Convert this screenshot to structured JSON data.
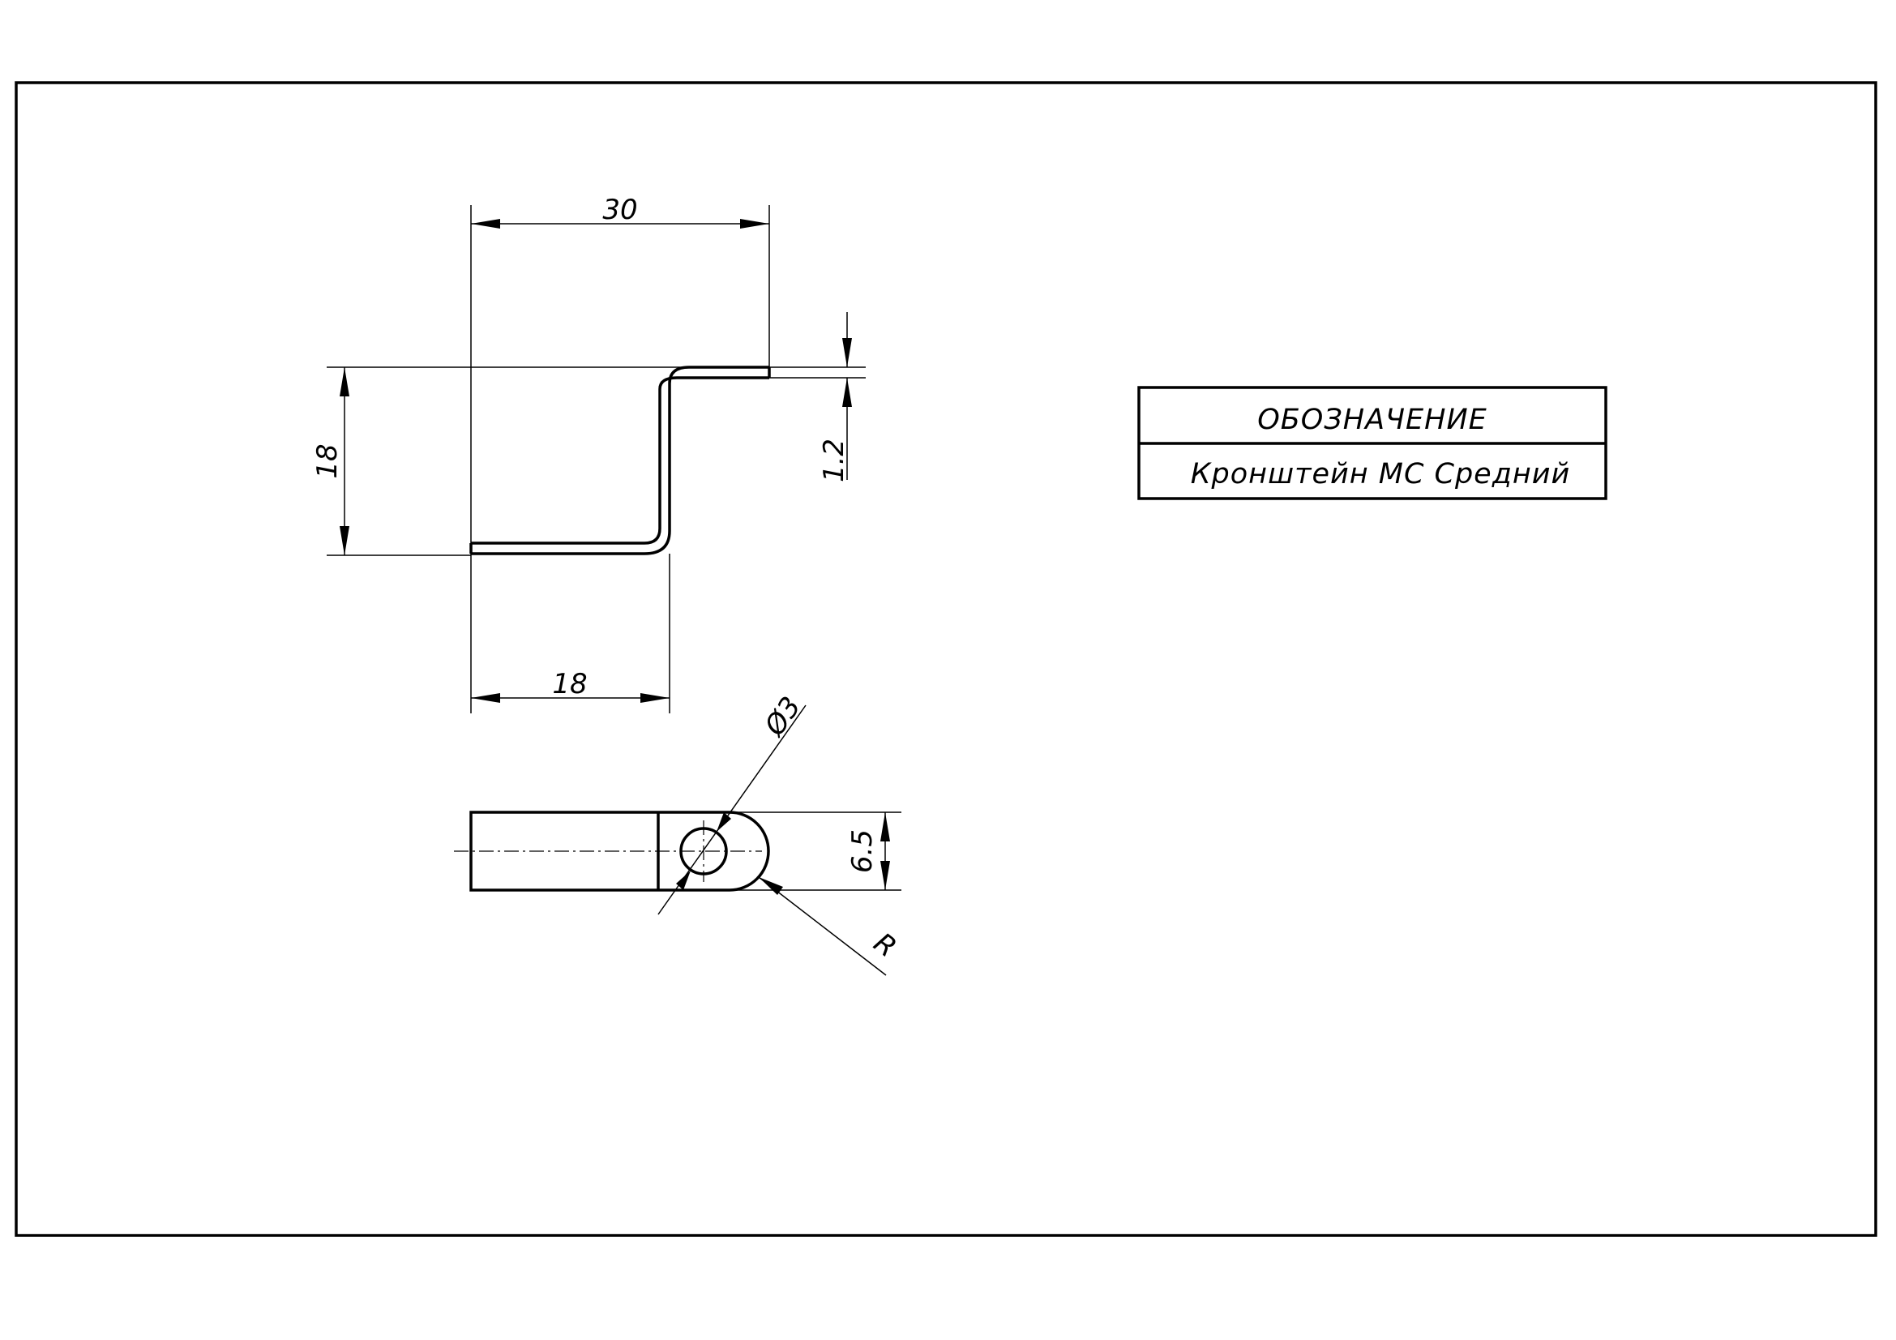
{
  "title_block": {
    "header": "ОБОЗНАЧЕНИЕ",
    "name": "Кронштейн МС Средний"
  },
  "dimensions": {
    "width_top": "30",
    "height": "18",
    "thickness": "1.2",
    "width_bottom": "18",
    "hole_diameter": "Ø3",
    "tab_width": "6.5",
    "radius": "R"
  }
}
